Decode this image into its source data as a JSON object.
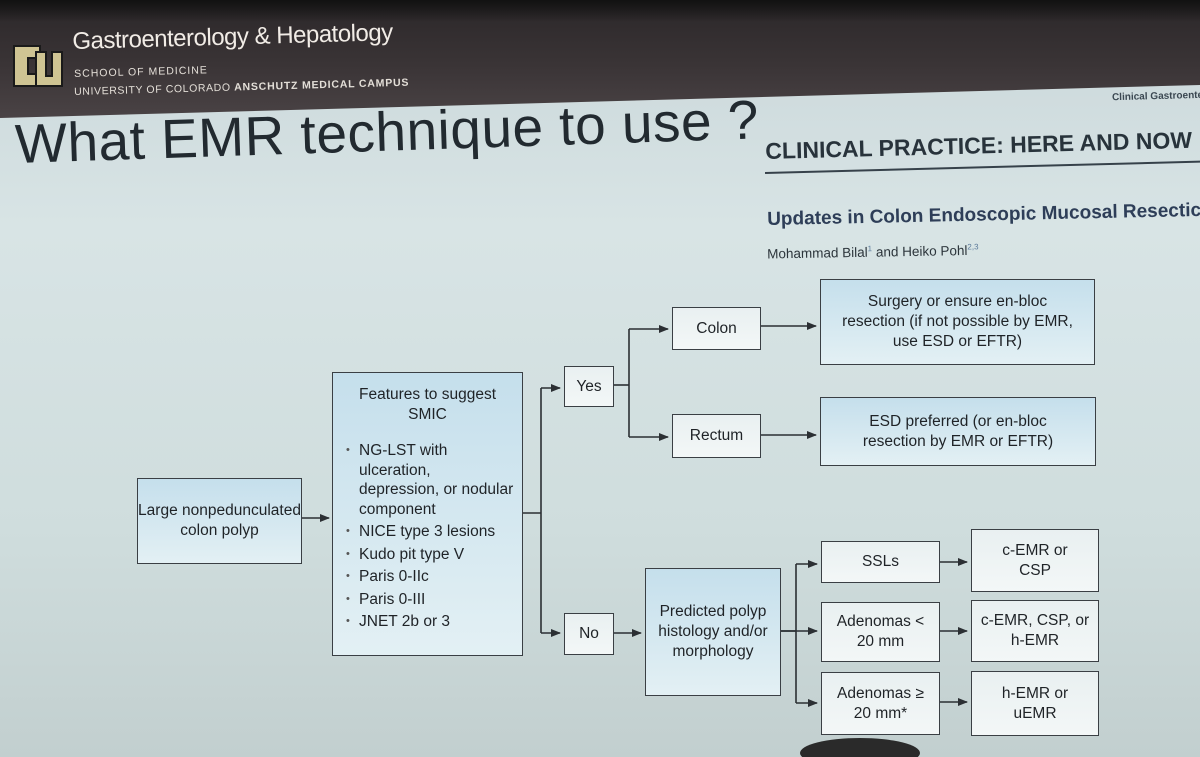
{
  "header": {
    "department": "Gastroenterology & Hepatology",
    "school": "SCHOOL OF MEDICINE",
    "university_prefix": "UNIVERSITY OF COLORADO",
    "campus": "ANSCHUTZ MEDICAL CAMPUS",
    "journal": "Clinical Gastroente"
  },
  "slide": {
    "title": "What EMR technique to use ?",
    "practice_heading": "CLINICAL PRACTICE: HERE AND NOW",
    "article_title": "Updates in Colon Endoscopic Mucosal Resectic",
    "authors": {
      "author1": "Mohammad Bilal",
      "sup1": "1",
      "conj": "and Heiko Pohl",
      "sup2": "2,3"
    }
  },
  "flowchart": {
    "start": "Large nonpedunculated colon polyp",
    "features_title": "Features to suggest SMIC",
    "features": [
      "NG-LST with ulceration, depression, or nodular component",
      "NICE type 3 lesions",
      "Kudo pit type V",
      "Paris 0-IIc",
      "Paris 0-III",
      "JNET 2b or 3"
    ],
    "yes": "Yes",
    "no": "No",
    "colon": "Colon",
    "rectum": "Rectum",
    "colon_outcome": "Surgery or ensure en-bloc resection (if not possible by EMR, use ESD or EFTR)",
    "rectum_outcome": "ESD preferred (or en-bloc resection by EMR or EFTR)",
    "predicted": "Predicted polyp histology and/or morphology",
    "ssl": "SSLs",
    "adenoma_small": "Adenomas < 20 mm",
    "adenoma_large": "Adenomas ≥ 20 mm*",
    "ssl_outcome": "c-EMR or CSP",
    "adenoma_small_outcome": "c-EMR, CSP, or h-EMR",
    "adenoma_large_outcome": "h-EMR or uEMR"
  }
}
